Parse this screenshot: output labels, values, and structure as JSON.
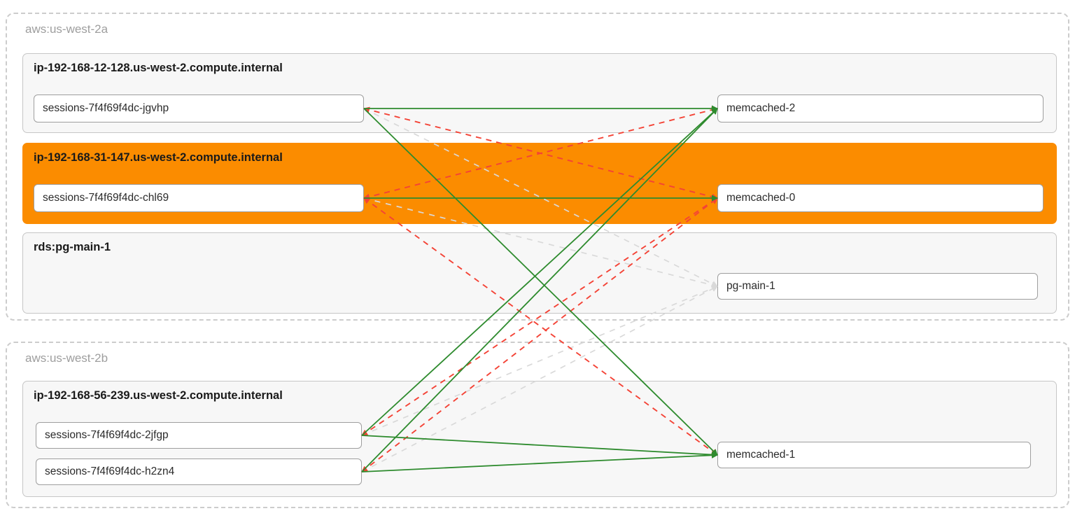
{
  "colors": {
    "ok": "#2e8b2e",
    "fail": "#f44336",
    "unknown": "#d9d9d9",
    "highlight": "#fb8c00"
  },
  "zones": [
    {
      "label": "aws:us-west-2a",
      "hosts": [
        {
          "title": "ip-192-168-12-128.us-west-2.compute.internal",
          "highlighted": false,
          "pods": [
            {
              "label": "sessions-7f4f69f4dc-jgvhp"
            }
          ],
          "services": [
            {
              "label": "memcached-2"
            }
          ]
        },
        {
          "title": "ip-192-168-31-147.us-west-2.compute.internal",
          "highlighted": true,
          "pods": [
            {
              "label": "sessions-7f4f69f4dc-chl69"
            }
          ],
          "services": [
            {
              "label": "memcached-0"
            }
          ]
        },
        {
          "title": "rds:pg-main-1",
          "highlighted": false,
          "pods": [],
          "services": [
            {
              "label": "pg-main-1"
            }
          ]
        }
      ]
    },
    {
      "label": "aws:us-west-2b",
      "hosts": [
        {
          "title": "ip-192-168-56-239.us-west-2.compute.internal",
          "highlighted": false,
          "pods": [
            {
              "label": "sessions-7f4f69f4dc-2jfgp"
            },
            {
              "label": "sessions-7f4f69f4dc-h2zn4"
            }
          ],
          "services": [
            {
              "label": "memcached-1"
            }
          ]
        }
      ]
    }
  ],
  "edges": [
    {
      "from": "sessions-7f4f69f4dc-jgvhp",
      "to": "memcached-2",
      "status": "ok"
    },
    {
      "from": "sessions-7f4f69f4dc-jgvhp",
      "to": "memcached-0",
      "status": "fail"
    },
    {
      "from": "sessions-7f4f69f4dc-jgvhp",
      "to": "memcached-1",
      "status": "ok"
    },
    {
      "from": "sessions-7f4f69f4dc-jgvhp",
      "to": "pg-main-1",
      "status": "unknown"
    },
    {
      "from": "sessions-7f4f69f4dc-chl69",
      "to": "memcached-2",
      "status": "fail"
    },
    {
      "from": "sessions-7f4f69f4dc-chl69",
      "to": "memcached-0",
      "status": "ok"
    },
    {
      "from": "sessions-7f4f69f4dc-chl69",
      "to": "memcached-1",
      "status": "fail"
    },
    {
      "from": "sessions-7f4f69f4dc-chl69",
      "to": "pg-main-1",
      "status": "unknown"
    },
    {
      "from": "sessions-7f4f69f4dc-2jfgp",
      "to": "memcached-2",
      "status": "ok"
    },
    {
      "from": "sessions-7f4f69f4dc-2jfgp",
      "to": "memcached-0",
      "status": "fail"
    },
    {
      "from": "sessions-7f4f69f4dc-2jfgp",
      "to": "memcached-1",
      "status": "ok"
    },
    {
      "from": "sessions-7f4f69f4dc-2jfgp",
      "to": "pg-main-1",
      "status": "unknown"
    },
    {
      "from": "sessions-7f4f69f4dc-h2zn4",
      "to": "memcached-2",
      "status": "ok"
    },
    {
      "from": "sessions-7f4f69f4dc-h2zn4",
      "to": "memcached-0",
      "status": "fail"
    },
    {
      "from": "sessions-7f4f69f4dc-h2zn4",
      "to": "memcached-1",
      "status": "ok"
    },
    {
      "from": "sessions-7f4f69f4dc-h2zn4",
      "to": "pg-main-1",
      "status": "unknown"
    }
  ]
}
